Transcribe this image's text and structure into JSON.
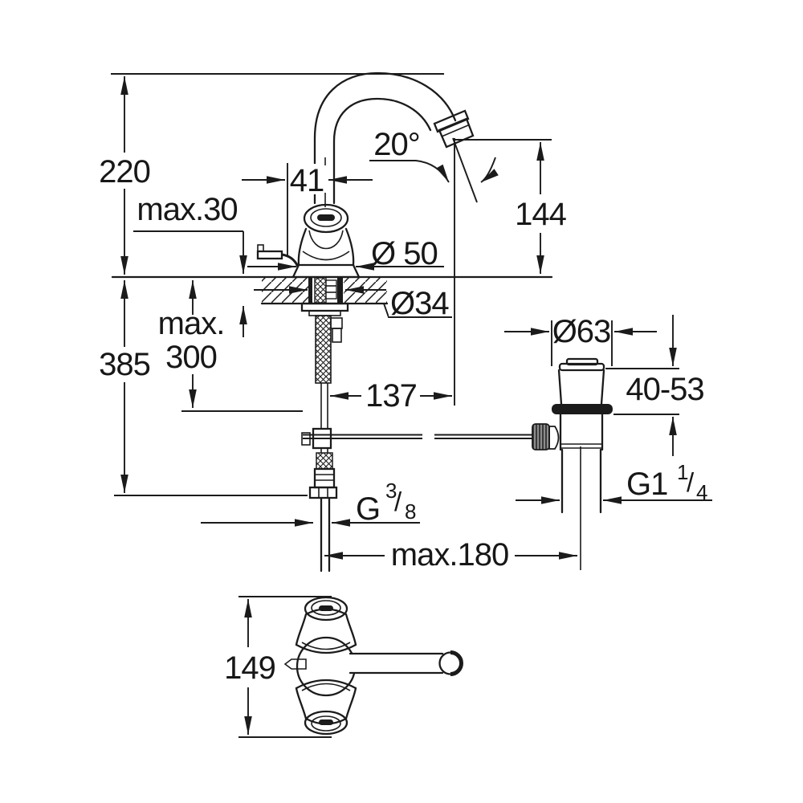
{
  "meta": {
    "title": "Faucet technical dimension drawing",
    "colors": {
      "background": "#ffffff",
      "line": "#1b1b1b",
      "text": "#171717"
    }
  },
  "dimensions": {
    "overall_height": "220",
    "max_deck_thickness": "max.30",
    "spout_axis_offset": "41",
    "spout_angle": "20°",
    "spout_outlet_height": "144",
    "base_diameter": "Ø 50",
    "mounting_hole_diameter": "Ø34",
    "hose_length_prefix": "max.",
    "hose_length_value": "300",
    "total_height": "385",
    "spout_reach": "137",
    "waste_cap_diameter": "Ø63",
    "basin_clamping_range": "40-53",
    "waste_thread": {
      "prefix": "G1",
      "numerator": "1",
      "slash": "/",
      "denominator": "4"
    },
    "supply_thread": {
      "prefix": "G",
      "numerator": "3",
      "slash": "/",
      "denominator": "8"
    },
    "max_drain_offset": "max.180",
    "body_width": "149"
  }
}
